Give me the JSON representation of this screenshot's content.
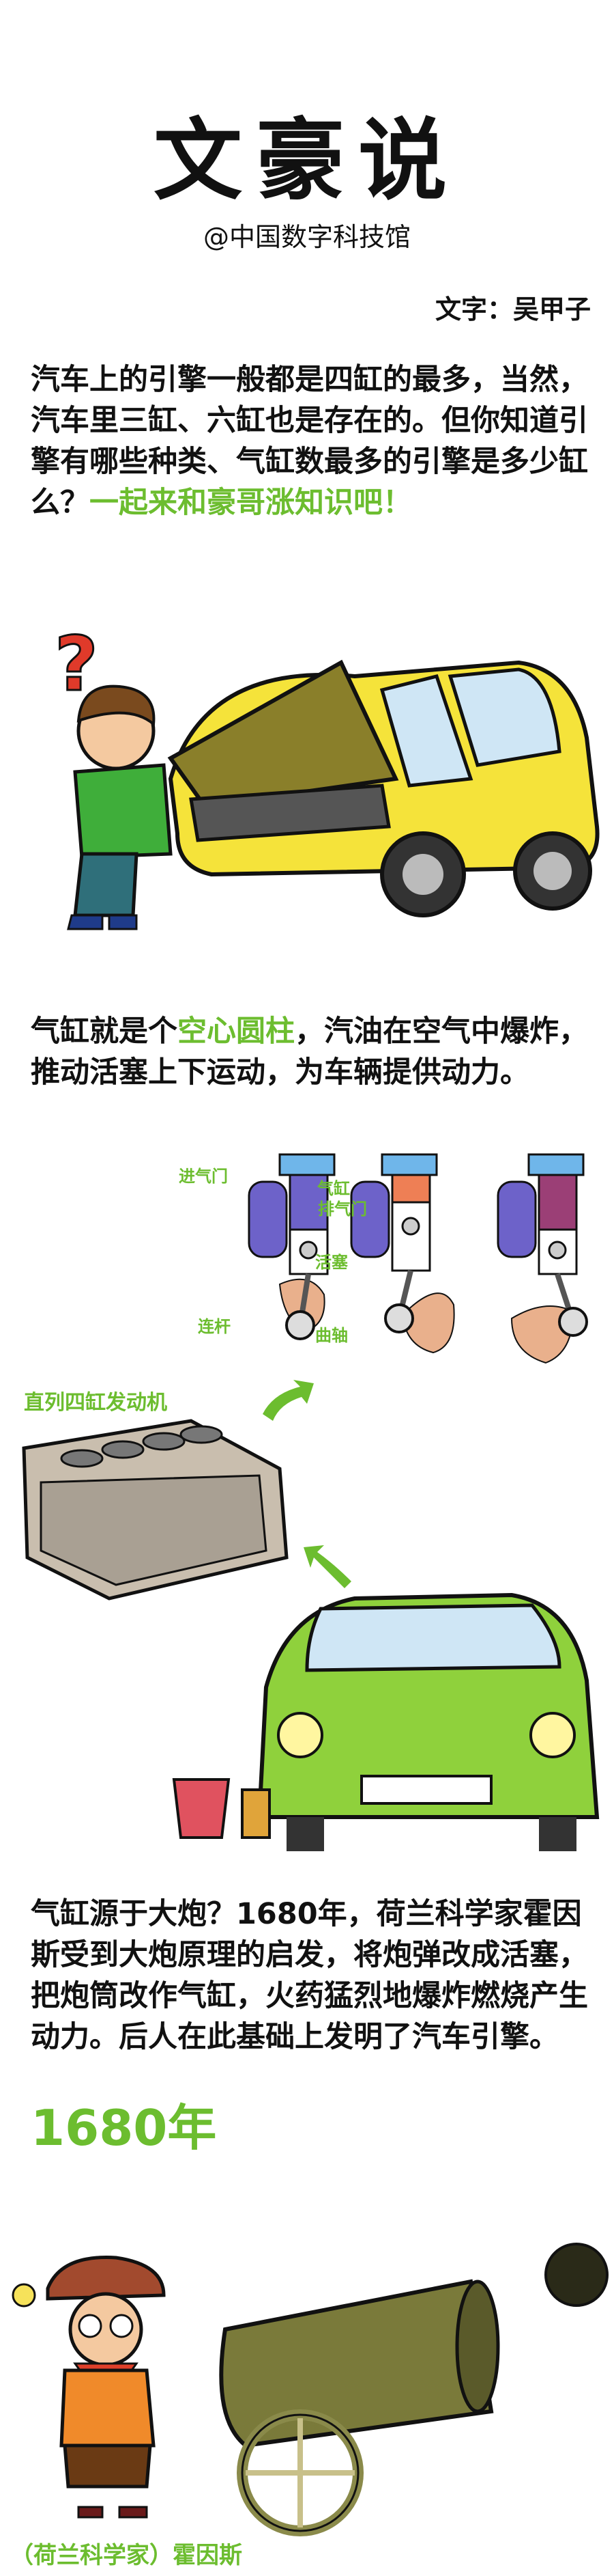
{
  "header": {
    "title": "文豪说",
    "subtitle": "@中国数字科技馆",
    "author": "文字：吴甲子"
  },
  "intro": {
    "text": "汽车上的引擎一般都是四缸的最多，当然，汽车里三缸、六缸也是存在的。但你知道引擎有哪些种类、气缸数最多的引擎是多少缸么？",
    "highlight": "一起来和豪哥涨知识吧！"
  },
  "cylinder": {
    "text_before": "气缸就是个",
    "highlight": "空心圆柱",
    "text_after": "，汽油在空气中爆炸，推动活塞上下运动，为车辆提供动力。"
  },
  "diagram": {
    "labels": {
      "intake_valve": "进气门",
      "cylinder": "气缸",
      "exhaust_valve": "排气门",
      "piston": "活塞",
      "connecting_rod": "连杆",
      "crankshaft": "曲轴"
    },
    "engine_label": "直列四缸发动机"
  },
  "history": {
    "text": "气缸源于大炮？1680年，荷兰科学家霍因斯受到大炮原理的启发，将炮弹改成活塞，把炮筒改作气缸，火药猛烈地爆炸燃烧产生动力。后人在此基础上发明了汽车引擎。",
    "year": "1680年",
    "caption": "（荷兰科学家）霍因斯"
  },
  "colors": {
    "accent": "#6cbd2f",
    "text": "#111111",
    "yellow_car": "#f5e33a",
    "green_car": "#8fd13c"
  }
}
